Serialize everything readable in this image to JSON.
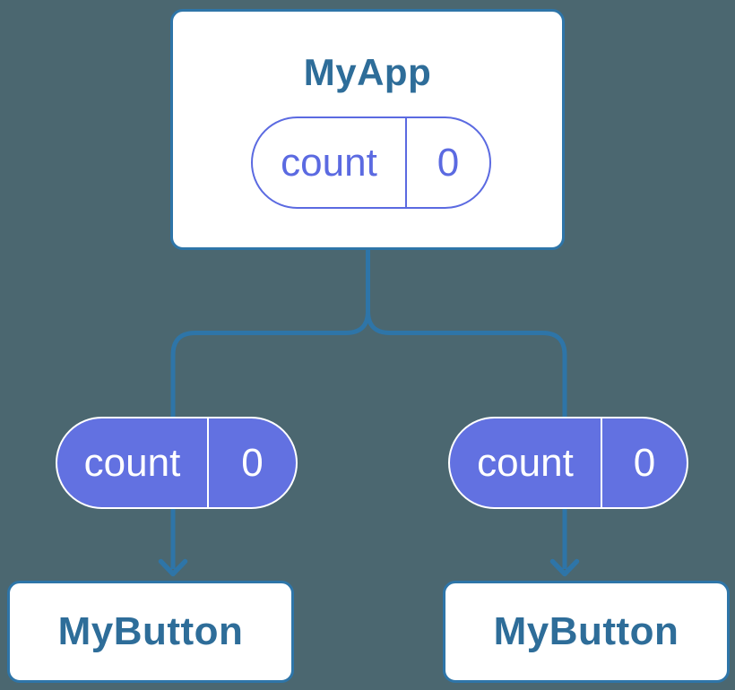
{
  "diagram": {
    "parent": {
      "title": "MyApp",
      "state": {
        "label": "count",
        "value": "0"
      }
    },
    "edges": [
      {
        "prop": {
          "label": "count",
          "value": "0"
        },
        "child": {
          "title": "MyButton"
        }
      },
      {
        "prop": {
          "label": "count",
          "value": "0"
        },
        "child": {
          "title": "MyButton"
        }
      }
    ]
  },
  "colors": {
    "background": "#4B6770",
    "line_blue": "#2E75A8",
    "title_blue": "#2E6D99",
    "purple": "#5B6AE1",
    "purple_fill": "#6271E1",
    "card_bg": "#FFFFFF",
    "white": "#FFFFFF"
  }
}
